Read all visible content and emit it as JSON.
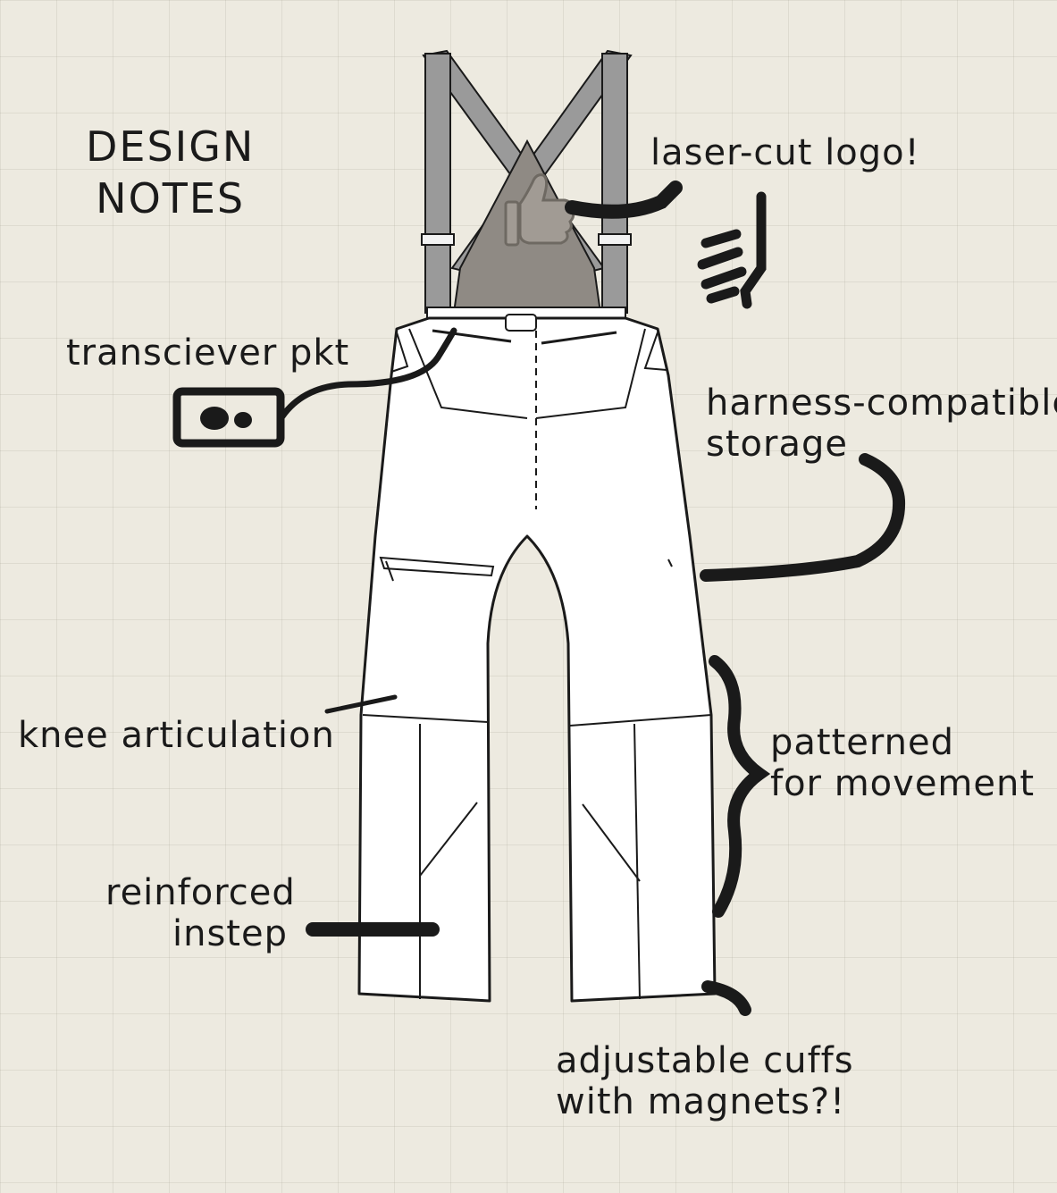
{
  "title": {
    "line1": "DESIGN",
    "line2": "NOTES"
  },
  "annotations": {
    "logo": "laser-cut logo!",
    "transceiver": "transciever pkt",
    "harness_line1": "harness-compatible",
    "harness_line2": "storage",
    "knee": "knee articulation",
    "pattern_line1": "patterned",
    "pattern_line2": "for movement",
    "instep_line1": "reinforced",
    "instep_line2": "instep",
    "cuffs_line1": "adjustable cuffs",
    "cuffs_line2": "with magnets?!"
  },
  "colors": {
    "background": "#edeae0",
    "garment": "#ffffff",
    "outline": "#1a1a1a",
    "straps": "#9a9a9a",
    "bib_panel": "#8f8a84",
    "ink": "#1a1a1a"
  },
  "icons": [
    "thumbs-up-logo-icon",
    "transceiver-device-icon",
    "hand-drawn-thumbs-up-icon"
  ]
}
